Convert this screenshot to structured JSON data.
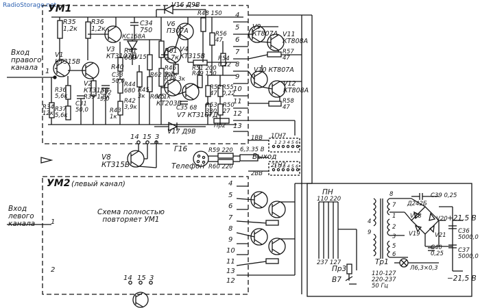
{
  "watermark": {
    "site": "RadioStorage.net"
  },
  "um1": {
    "title": "УМ1",
    "input_label": [
      "Вход",
      "правого",
      "канала"
    ],
    "components": {
      "R35": "R35",
      "R35_val": "1,2к",
      "R36t": "R36",
      "R36t_val": "1,2к",
      "V3": "V3",
      "V3_type": "КТ3107Д",
      "C34": "C34",
      "C34_val": "750",
      "V16": "V16",
      "V16_type": "Д9В",
      "V6": "V6",
      "V6_type": "П307А",
      "R48": "R48",
      "R48_val": "150",
      "R56": "R56",
      "R56_val": "47",
      "V9": "V9",
      "V9_type": "КТ807А",
      "V11": "V11",
      "V11_type": "КТ808А",
      "R57": "R57",
      "R57_val": "47",
      "R41": "R41",
      "R41_val": "680",
      "V15": "V15",
      "V15_type": "КС168А",
      "R61": "R61",
      "R61_val": "2,7к",
      "V4": "V4",
      "V4_type": "КТ315В",
      "R46": "R46",
      "R46_val": "9,1к",
      "R51": "R51",
      "R51_val": "200",
      "R54": "R54",
      "R54_val": "0,22",
      "V1": "V1",
      "V1_type": "КТ315В",
      "V2": "V2",
      "V2_type": "КТ315В",
      "R40": "R40",
      "R39": "R39",
      "R39_val": "1,8к",
      "C32": "C32",
      "C32_val": "5,0",
      "C33": "C33",
      "C33_val": "50,0",
      "R44": "R44",
      "R44_val": "680",
      "R45": "R45",
      "R45_val": "3к",
      "R42": "R42",
      "R42_val": "3,9к",
      "R62": "R62",
      "R62_val": "390",
      "R60": "R60",
      "R60_val": "1к",
      "R38": "R38",
      "R38_val": "3к",
      "R49": "R49",
      "R49_val": "150",
      "V5": "V5",
      "V5_type": "КТ203В",
      "C35": "C35",
      "C35_val": "68",
      "V7": "V7",
      "V7_type": "КТ3107Д",
      "R52": "R52",
      "R52_val": "47",
      "R55": "R55",
      "R55_val": "0,22",
      "R53": "R53",
      "R53_val": "330",
      "R50": "R50",
      "R50_val": "27",
      "V10": "V10",
      "V10_type": "КТ807А",
      "V12": "V12",
      "V12_type": "КТ808А",
      "R58": "R58",
      "R58_val": "47",
      "R36": "R36",
      "R36_val": "5,6к",
      "R37": "R37",
      "R37_val": "5,6к",
      "R34": "R34",
      "R34_val": "12к",
      "C31": "C31",
      "C31_val": "50,0",
      "R43": "R43",
      "R43_val": "1к",
      "V17": "V17",
      "V17_type": "Д9В",
      "Pr2": "Пр2",
      "V8": "V8",
      "V8_type": "КТ315В"
    },
    "pins": [
      "4",
      "5",
      "6",
      "7",
      "8",
      "9",
      "10",
      "11",
      "12",
      "13",
      "1",
      "14",
      "15",
      "3"
    ]
  },
  "middle": {
    "g16": "Г16",
    "phone": "Телефон",
    "r59": "R59",
    "r59_val": "220",
    "r60": "R60",
    "r60_val": "220",
    "fuse": "6,3.35 В",
    "output": "Выход",
    "x1b": "1ВВ",
    "x1h": "1ГН7",
    "x2b": "2ВВ",
    "x2h": "2ГН7",
    "pins1": "1 2 3 4 5 6",
    "pins2": "1 2 3 4 5 6"
  },
  "um2": {
    "title": "УМ2",
    "subtitle": "(левый канал)",
    "input_label": [
      "Вход",
      "левого",
      "канала"
    ],
    "note": [
      "Схема полностью",
      "повторяет УМ1"
    ],
    "pins": [
      "1",
      "2",
      "4",
      "5",
      "6",
      "7",
      "8",
      "9",
      "10",
      "11",
      "13",
      "12",
      "14",
      "15",
      "3"
    ]
  },
  "psu": {
    "pn": "ПН",
    "taps_top": "110 220",
    "taps_bot": "237 127",
    "pr3": "Пр3",
    "b7": "В7",
    "tr1": "Тр1",
    "tr1_spec": [
      "110-127",
      "220-237",
      "50 Гц"
    ],
    "c39": "C39",
    "c39_val": "0,25",
    "d": "Д242Б",
    "v18": "V18",
    "v19": "V19",
    "v20": "V20",
    "v21": "V21",
    "plus": "+21,5 В",
    "minus": "−21,5 В",
    "c36": "C36",
    "c36_val": "5000,0",
    "c37": "C37",
    "c37_val": "5000,0",
    "c40": "C40",
    "c40_val": "0,25",
    "lamp": "Л6,3×0,3",
    "winding_nums": [
      "8",
      "7",
      "1",
      "2",
      "3",
      "5",
      "6",
      "4",
      "9"
    ]
  }
}
